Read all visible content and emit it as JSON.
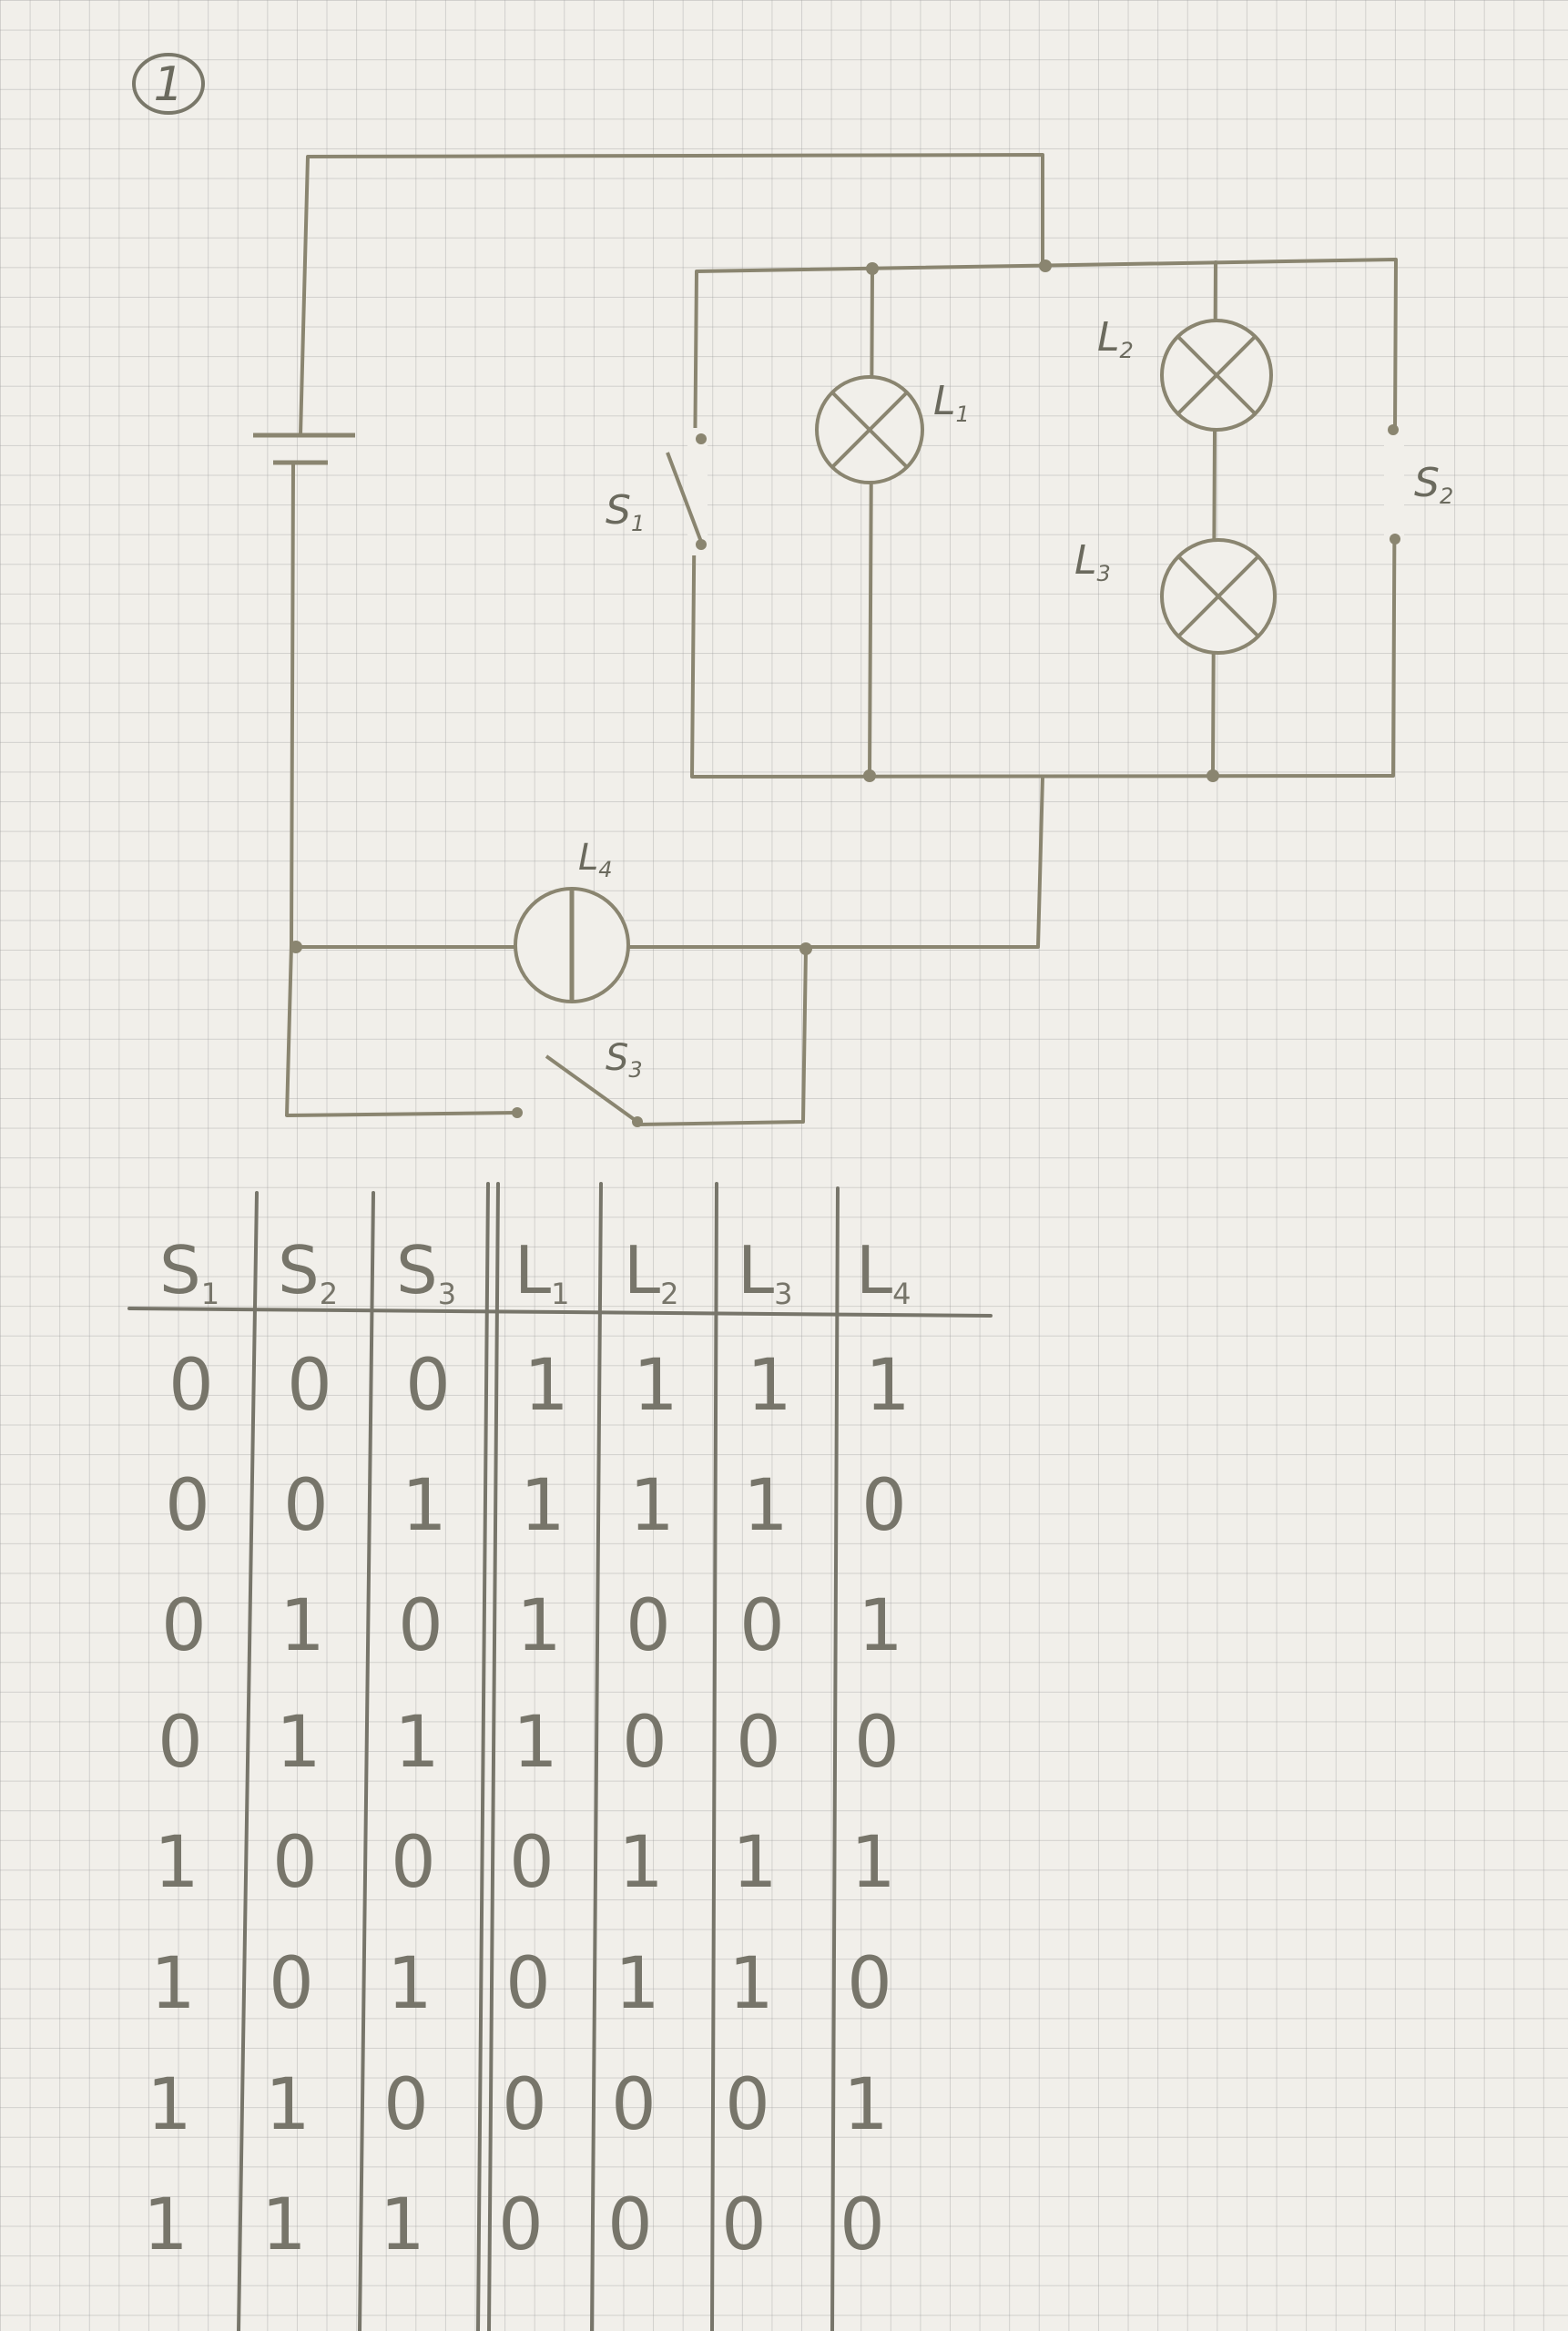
{
  "problem_number": "1",
  "circuit": {
    "labels": {
      "s1": "S1",
      "s2": "S2",
      "s3": "S3",
      "l1": "L1",
      "l2": "L2",
      "l3": "L3",
      "l4": "L4"
    }
  },
  "truth_table": {
    "headers": [
      {
        "letter": "S",
        "sub": "1"
      },
      {
        "letter": "S",
        "sub": "2"
      },
      {
        "letter": "S",
        "sub": "3"
      },
      {
        "letter": "L",
        "sub": "1"
      },
      {
        "letter": "L",
        "sub": "2"
      },
      {
        "letter": "L",
        "sub": "3"
      },
      {
        "letter": "L",
        "sub": "4"
      }
    ],
    "rows": [
      [
        "0",
        "0",
        "0",
        "1",
        "1",
        "1",
        "1"
      ],
      [
        "0",
        "0",
        "1",
        "1",
        "1",
        "1",
        "0"
      ],
      [
        "0",
        "1",
        "0",
        "1",
        "0",
        "0",
        "1"
      ],
      [
        "0",
        "1",
        "1",
        "1",
        "0",
        "0",
        "0"
      ],
      [
        "1",
        "0",
        "0",
        "0",
        "1",
        "1",
        "1"
      ],
      [
        "1",
        "0",
        "1",
        "0",
        "1",
        "1",
        "0"
      ],
      [
        "1",
        "1",
        "0",
        "0",
        "0",
        "0",
        "1"
      ],
      [
        "1",
        "1",
        "1",
        "0",
        "0",
        "0",
        "0"
      ]
    ]
  }
}
